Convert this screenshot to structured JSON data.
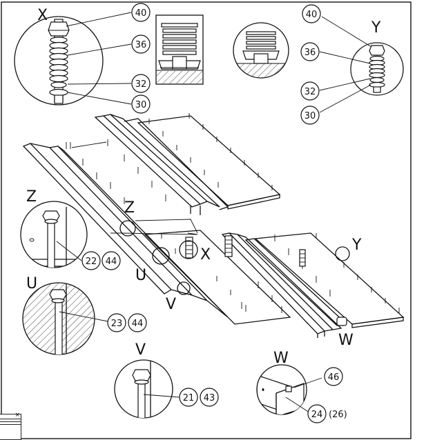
{
  "callouts": {
    "X": "X",
    "Y": "Y",
    "Z": "Z",
    "U": "U",
    "V": "V",
    "W": "W"
  },
  "assembly_markers": {
    "Z": "Z",
    "X": "X",
    "U": "U",
    "V": "V",
    "Y": "Y",
    "W": "W"
  },
  "detail_x": {
    "parts": [
      "40",
      "36",
      "32",
      "30"
    ]
  },
  "detail_y": {
    "parts": [
      "40",
      "36",
      "32",
      "30"
    ]
  },
  "detail_z": {
    "parts": [
      "22",
      "44"
    ]
  },
  "detail_u": {
    "parts": [
      "23",
      "44"
    ]
  },
  "detail_v": {
    "parts": [
      "21",
      "43"
    ]
  },
  "detail_w": {
    "parts": [
      "46",
      "24",
      "(26)"
    ]
  },
  "window_close": "×"
}
